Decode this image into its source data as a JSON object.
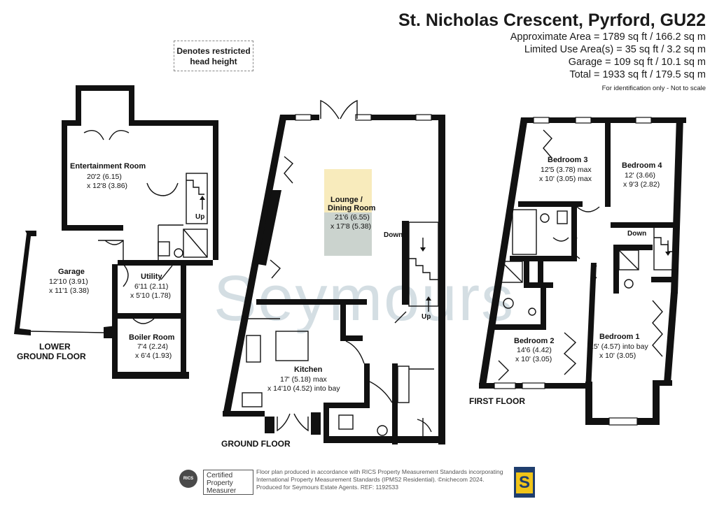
{
  "header": {
    "title": "St. Nicholas Crescent, Pyrford, GU22",
    "area_lines": [
      "Approximate Area = 1789 sq ft / 166.2 sq m",
      "Limited Use Area(s) = 35 sq ft / 3.2 sq m",
      "Garage = 109 sq ft / 10.1 sq m",
      "Total = 1933 sq ft / 179.5 sq m"
    ],
    "note": "For identification only - Not to scale"
  },
  "legend": {
    "restricted_line1": "Denotes restricted",
    "restricted_line2": "head height"
  },
  "floors": {
    "lower_line1": "LOWER",
    "lower_line2": "GROUND  FLOOR",
    "ground": "GROUND FLOOR",
    "first": "FIRST FLOOR"
  },
  "rooms": {
    "entertainment": {
      "name": "Entertainment Room",
      "dim1": "20'2 (6.15)",
      "dim2": "x 12'8 (3.86)"
    },
    "garage": {
      "name": "Garage",
      "dim1": "12'10 (3.91)",
      "dim2": "x 11'1 (3.38)"
    },
    "utility": {
      "name": "Utility",
      "dim1": "6'11 (2.11)",
      "dim2": "x 5'10 (1.78)"
    },
    "boiler": {
      "name": "Boiler Room",
      "dim1": "7'4 (2.24)",
      "dim2": "x 6'4 (1.93)"
    },
    "lounge": {
      "name1": "Lounge /",
      "name2": "Dining Room",
      "dim1": "21'6 (6.55)",
      "dim2": "x 17'8 (5.38)"
    },
    "kitchen": {
      "name": "Kitchen",
      "dim1": "17' (5.18) max",
      "dim2": "x 14'10 (4.52) into bay"
    },
    "bedroom1": {
      "name": "Bedroom 1",
      "dim1": "15' (4.57) into bay",
      "dim2": "x 10' (3.05)"
    },
    "bedroom2": {
      "name": "Bedroom 2",
      "dim1": "14'6 (4.42)",
      "dim2": "x 10' (3.05)"
    },
    "bedroom3": {
      "name": "Bedroom 3",
      "dim1": "12'5 (3.78) max",
      "dim2": "x 10' (3.05) max"
    },
    "bedroom4": {
      "name": "Bedroom 4",
      "dim1": "12' (3.66)",
      "dim2": "x 9'3 (2.82)"
    }
  },
  "stairs": {
    "up": "Up",
    "down": "Down"
  },
  "watermark": "Seymours",
  "footer": {
    "rics": "RICS",
    "cert_line1": "Certified",
    "cert_line2": "Property",
    "cert_line3": "Measurer",
    "text_line1": "Floor plan produced in accordance with RICS Property Measurement Standards incorporating",
    "text_line2": "International Property Measurement Standards (IPMS2 Residential).  ©nichecom 2024.",
    "text_line3": "Produced for Seymours Estate Agents.  REF:  1192533",
    "logo_letter": "S"
  },
  "colors": {
    "wall": "#111111",
    "watermark": "#8fa9b8",
    "logo_yellow": "#f0c419",
    "logo_navy": "#1f3e6e"
  }
}
